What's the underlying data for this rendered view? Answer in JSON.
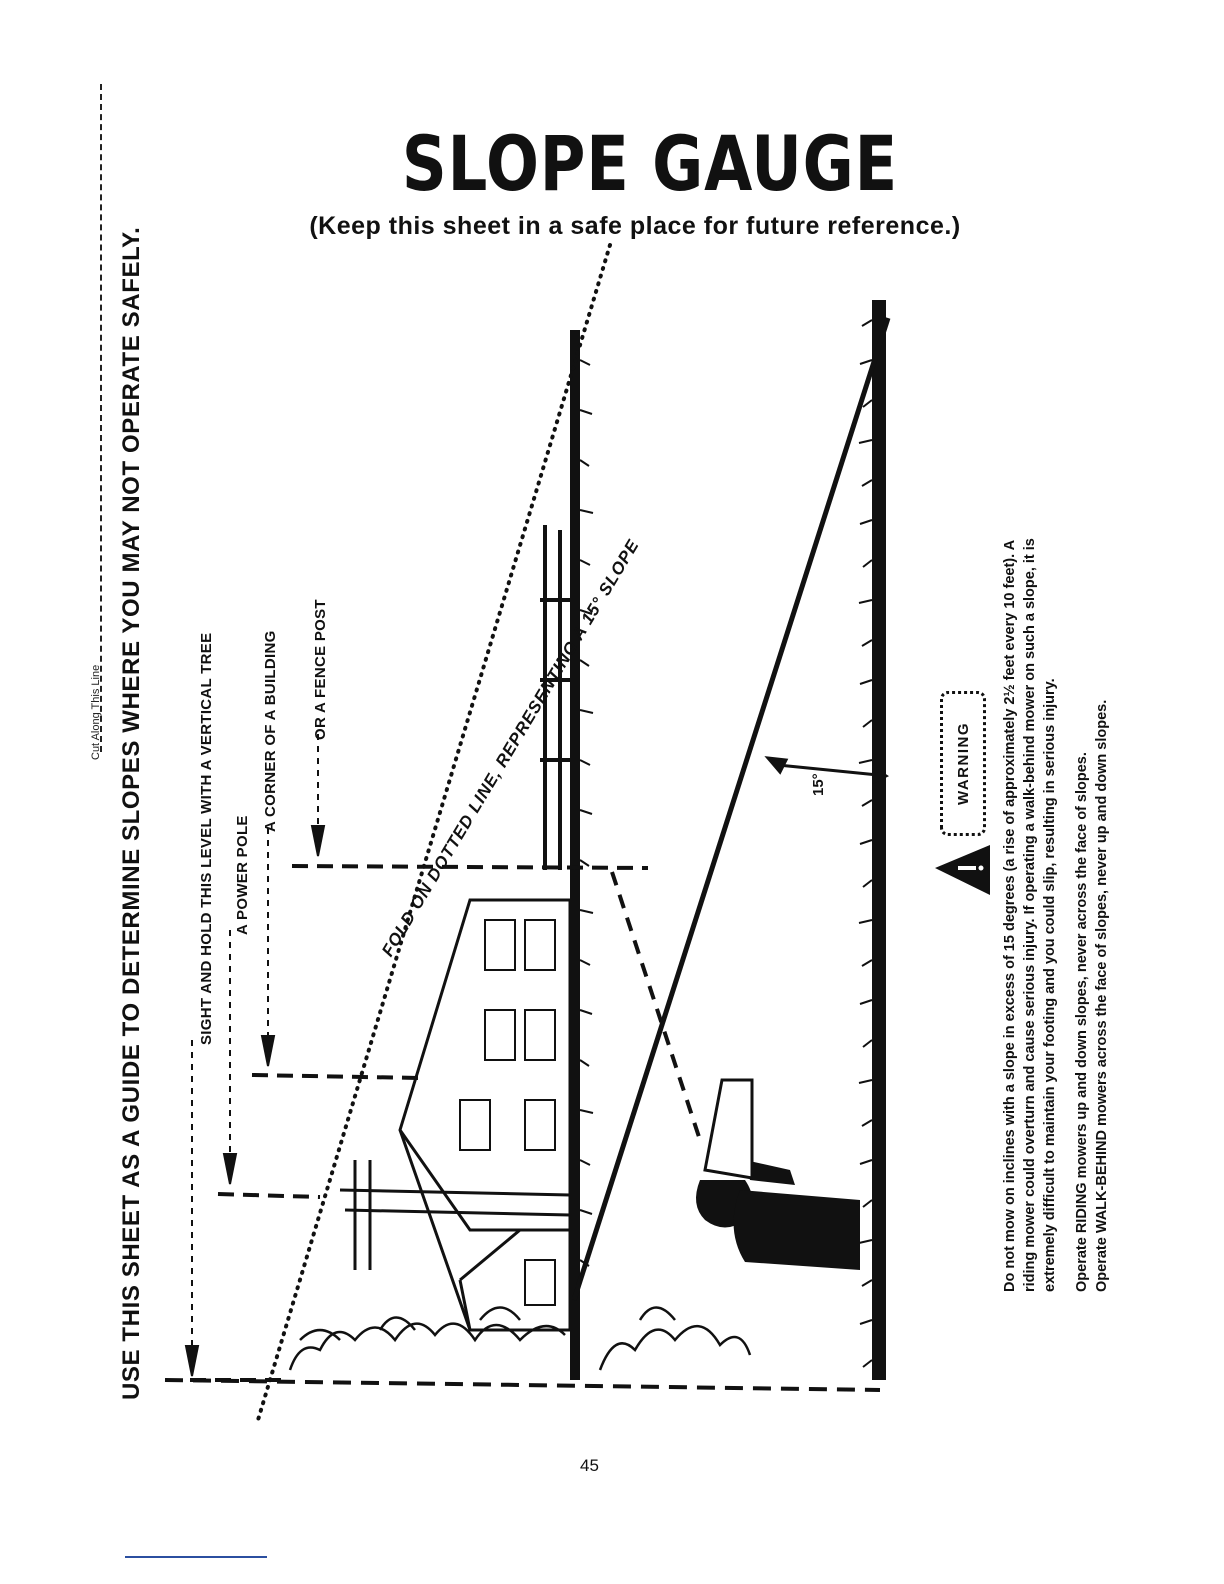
{
  "header": {
    "title": "SLOPE GAUGE",
    "subtitle": "(Keep this sheet in a safe place for future reference.)"
  },
  "cut_line_label": "Cut Along This Line",
  "main_instruction": "USE THIS SHEET AS A GUIDE TO DETERMINE SLOPES WHERE YOU MAY NOT OPERATE SAFELY.",
  "sighting": {
    "line1": "SIGHT AND HOLD THIS LEVEL WITH A VERTICAL TREE",
    "line2": "A POWER POLE",
    "line3": "A CORNER OF A BUILDING",
    "line4": "OR A FENCE POST"
  },
  "fold_label": "FOLD ON DOTTED LINE, REPRESENTING A 15° SLOPE",
  "angle_label": "15°",
  "warning": {
    "badge": "WARNING",
    "paragraph1": [
      "Do not mow on inclines with a slope in excess of 15 degrees (a rise of approximately 2½ feet every 10 feet). A",
      "riding mower could overturn and cause serious injury. If operating a walk-behind mower on such a slope, it is",
      "extremely difficult to maintain your footing and you could slip, resulting in serious injury."
    ],
    "paragraph2": [
      "Operate RIDING mowers up and down slopes, never across the face of slopes.",
      "Operate WALK-BEHIND mowers across the face of slopes, never up and down slopes."
    ]
  },
  "page_number": "45",
  "icons": [
    "warning-triangle-icon",
    "arrow-down-icon"
  ],
  "colors": {
    "ink": "#111111",
    "paper": "#ffffff",
    "footer_rule": "#2b4fa0"
  }
}
